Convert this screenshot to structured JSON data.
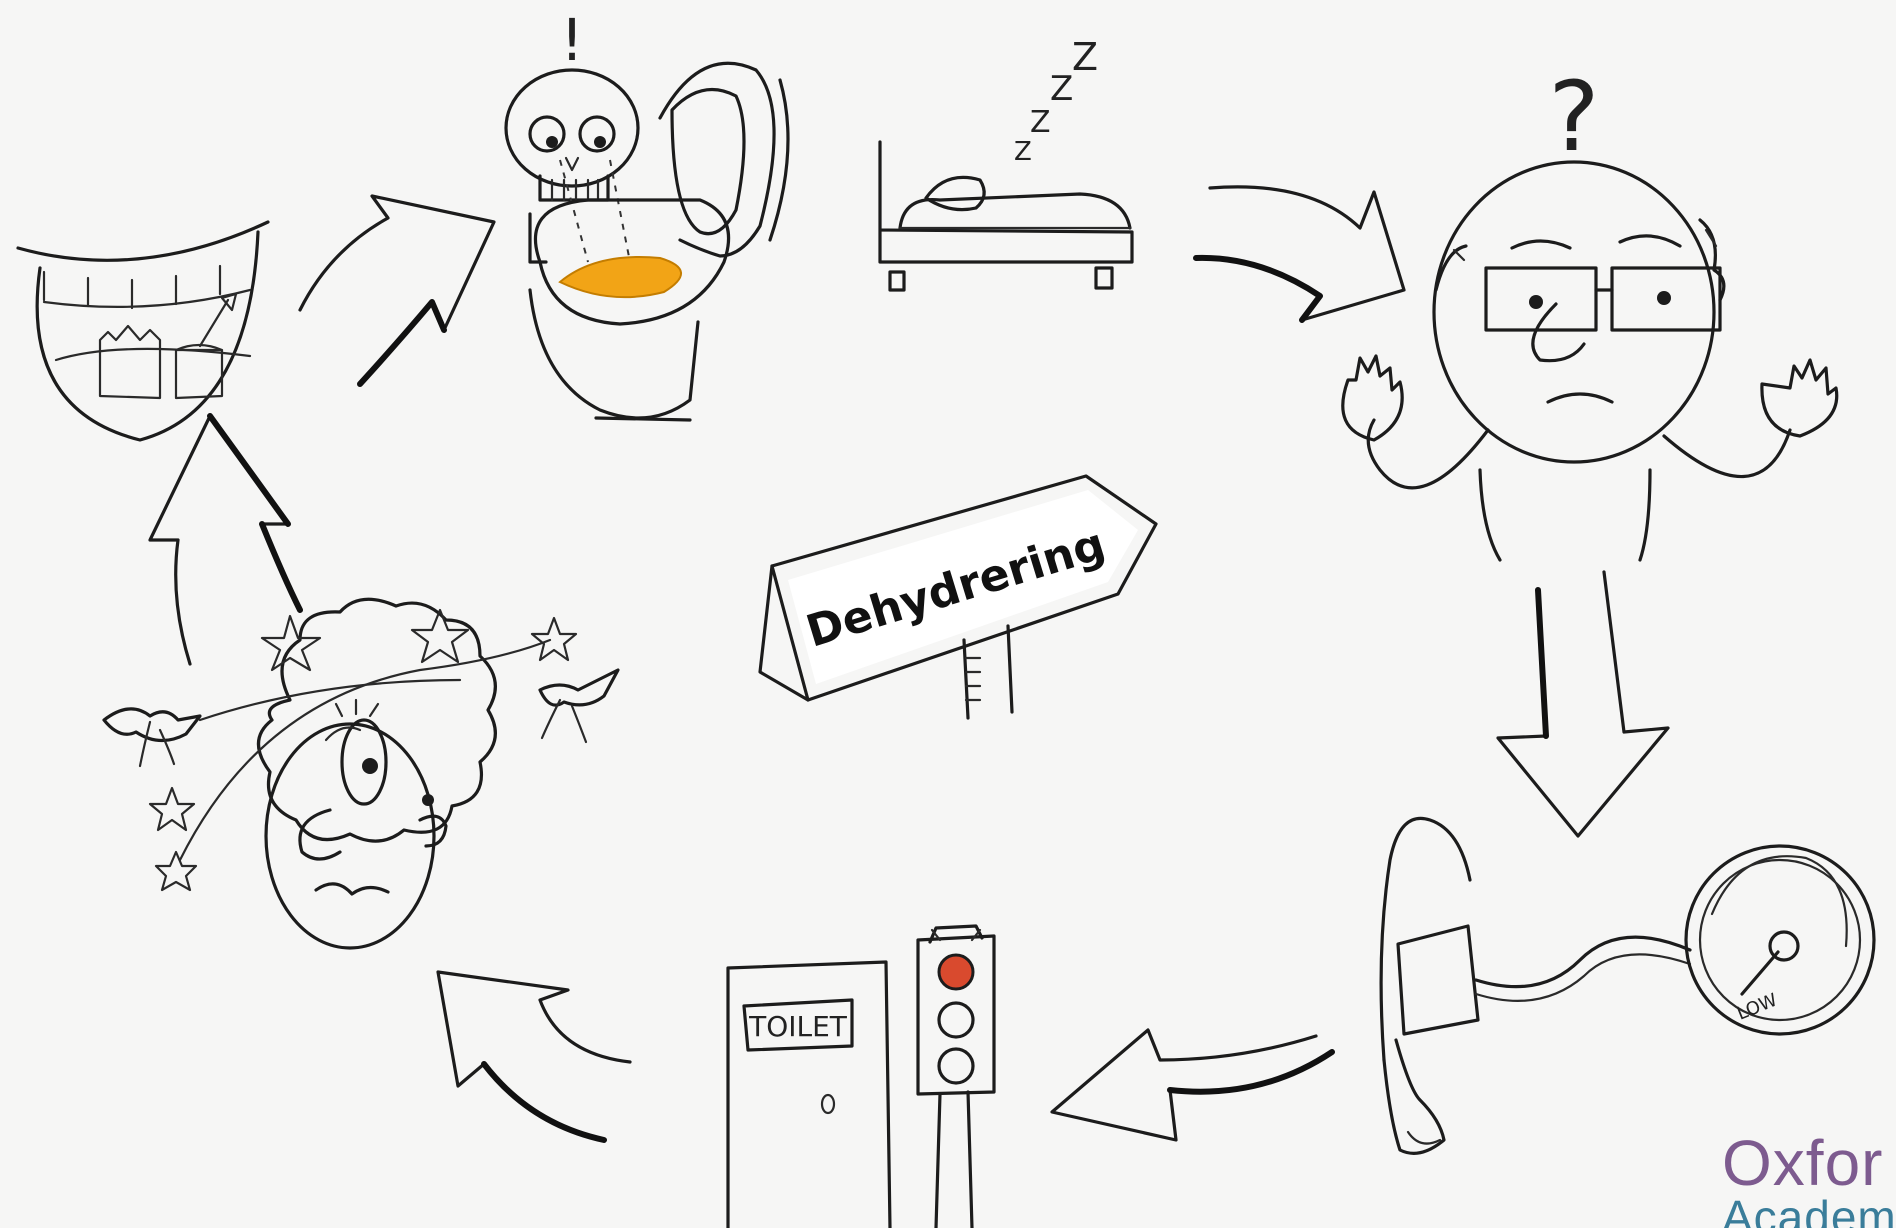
{
  "diagram": {
    "center_sign": {
      "label": "Dehydrering"
    },
    "toilet_door": {
      "label": "TOILET"
    },
    "pressure_gauge": {
      "label": "LOW"
    },
    "exclamation": {
      "label": "!"
    },
    "question": {
      "label": "?"
    },
    "sleep": {
      "label": "Z"
    }
  },
  "brand": {
    "line1": "Oxfor",
    "line2": "Academ",
    "colors": {
      "line1": "#7d5b8f",
      "line2": "#3a7d9a"
    }
  },
  "colors": {
    "background": "#f6f6f5",
    "ink": "#1c1c1c",
    "urine": "#f2a416",
    "signal_red": "#d94a2e"
  }
}
